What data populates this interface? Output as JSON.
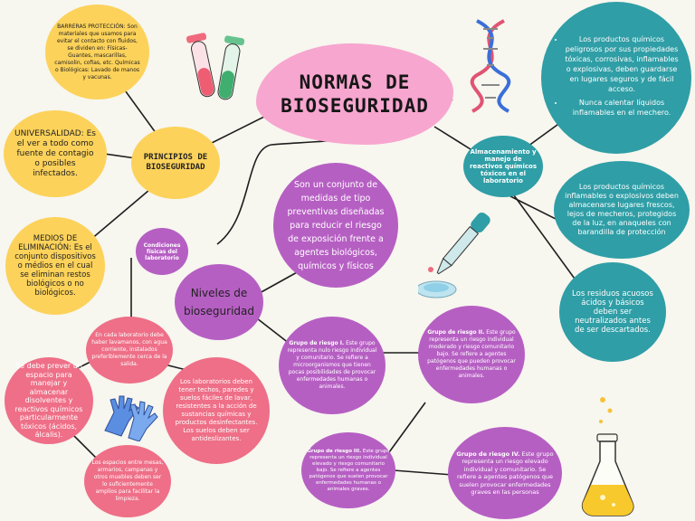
{
  "title_lines": [
    "NORMAS DE",
    "BIOSEGURIDAD"
  ],
  "principios": {
    "label": "PRINCIPIOS DE BIOSEGURIDAD",
    "barreras": "BARRERAS PROTECCIÓN: Son materiales que usamos para evitar el contacto con fluidos, se dividen en: Físicas- Guantes, mascarillas, camisolin, cofias, etc. Químicas o Biológicas: Lavado de manos y vacunas.",
    "universalidad": "UNIVERSALIDAD: Es el ver a todo como fuente de contagio o posibles infectados.",
    "medios": "MEDIOS DE ELIMINACIÓN: Es el conjunto dispositivos o médios en el cual se eliminan restos biológicos o no biológicos."
  },
  "definicion": "Son un conjunto de medidas de tipo preventivas diseñadas para reducir el riesgo de exposición frente a agentes biológicos, químicos y físicos",
  "almacenamiento": {
    "label": "Almacenamiento y manejo de reactivos químicos tóxicos en el laboratorio",
    "item1": [
      "Los productos químicos peligrosos por sus propiedades tóxicas, corrosivas, inflamables o explosivas, deben guardarse en lugares seguros y de fácil acceso.",
      "Nunca calentar líquidos inflamables en el mechero."
    ],
    "item2": "Los productos químicos inflamables o explosivos deben almacenarse lugares frescos, lejos de mecheros, protegidos de la luz, en anaqueles con barandilla de protección",
    "item3": "Los residuos acuosos ácidos y básicos deben ser neutralizados antes de ser descartados."
  },
  "condiciones": {
    "label": "Condiciones físicas del laboratorio",
    "lavamanos": "En cada laboratorio debe haber lavamanos, con agua corriente, instalados preferiblemente cerca de la salida.",
    "prevenir": "Se debe prever un espacio para manejar y almacenar disolventes y reactivos químicos particularmente tóxicos (ácidos, álcalis).",
    "techos": "Los laboratorios deben tener techos, paredes y suelos fáciles de lavar, resistentes a la acción de sustancias químicas y productos desinfectantes. Los suelos deben ser antideslizantes.",
    "espacios": "Los espacios entre mesas, armarios, campanas y otros muebles deben ser lo suficientemente amplios para facilitar la limpieza."
  },
  "niveles": {
    "label": "Niveles de bioseguridad",
    "g1_head": "Grupo de riesgo I.",
    "g1_body": " Este grupo representa nulo riesgo individual y comunitario. Se refiere a microorganismos que tienen pocas posibilidades de provocar enfermedades humanas o animales.",
    "g2_head": "Grupo de riesgo II.",
    "g2_body": " Este grupo representa un riesgo individual moderado y riesgo comunitario bajo. Se refiere a agentes patógenos que pueden provocar enfermedades humanas o animales.",
    "g3_head": "Grupo de riesgo III.",
    "g3_body": " Este grupo representa un riesgo individual elevado y riesgo comunitario bajo. Se refiere a agentes patógenos que suelen provocar enfermedades humanas o animales graves.",
    "g4_head": "Grupo de riesgo IV.",
    "g4_body": " Este grupo representa un riesgo elevado individual y comunitario. Se refiere a agentes patógenos que suelen provocar enfermedades graves en las personas"
  },
  "colors": {
    "yellow": "#fcd25a",
    "teal": "#2f9ea6",
    "purple": "#b65fc3",
    "pink": "#ee6f87",
    "title": "#f7a6cf",
    "line": "#1e1e1e"
  },
  "icons": [
    "test-tubes-icon",
    "dna-icon",
    "dropper-icon",
    "petri-dish-icon",
    "gloves-icon",
    "flask-icon"
  ]
}
